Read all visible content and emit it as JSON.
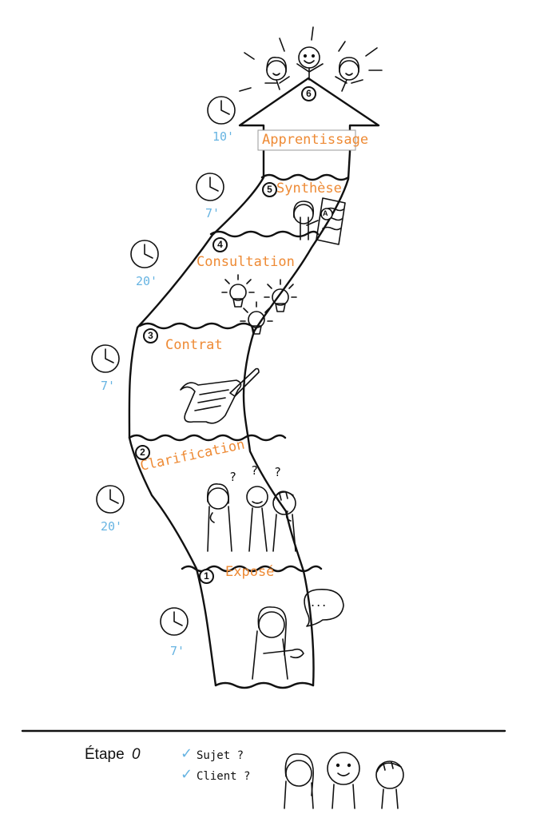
{
  "steps": [
    {
      "number": "1",
      "label": "Exposé",
      "time": "7'"
    },
    {
      "number": "2",
      "label": "Clarification",
      "time": "20'"
    },
    {
      "number": "3",
      "label": "Contrat",
      "time": "7'"
    },
    {
      "number": "4",
      "label": "Consultation",
      "time": "20'"
    },
    {
      "number": "5",
      "label": "Synthèse",
      "time": "7'"
    },
    {
      "number": "6",
      "label": "Apprentissage",
      "time": "10'"
    }
  ],
  "speech_bubble": "...",
  "question_mark": "?",
  "synthese_badge": "A",
  "step_zero": {
    "title": "Étape",
    "number": "0",
    "checklist": [
      "Sujet ?",
      "Client ?"
    ],
    "check_mark": "✓"
  },
  "colors": {
    "label": "#ee8a34",
    "time": "#67b4e2",
    "ink": "#111111"
  }
}
